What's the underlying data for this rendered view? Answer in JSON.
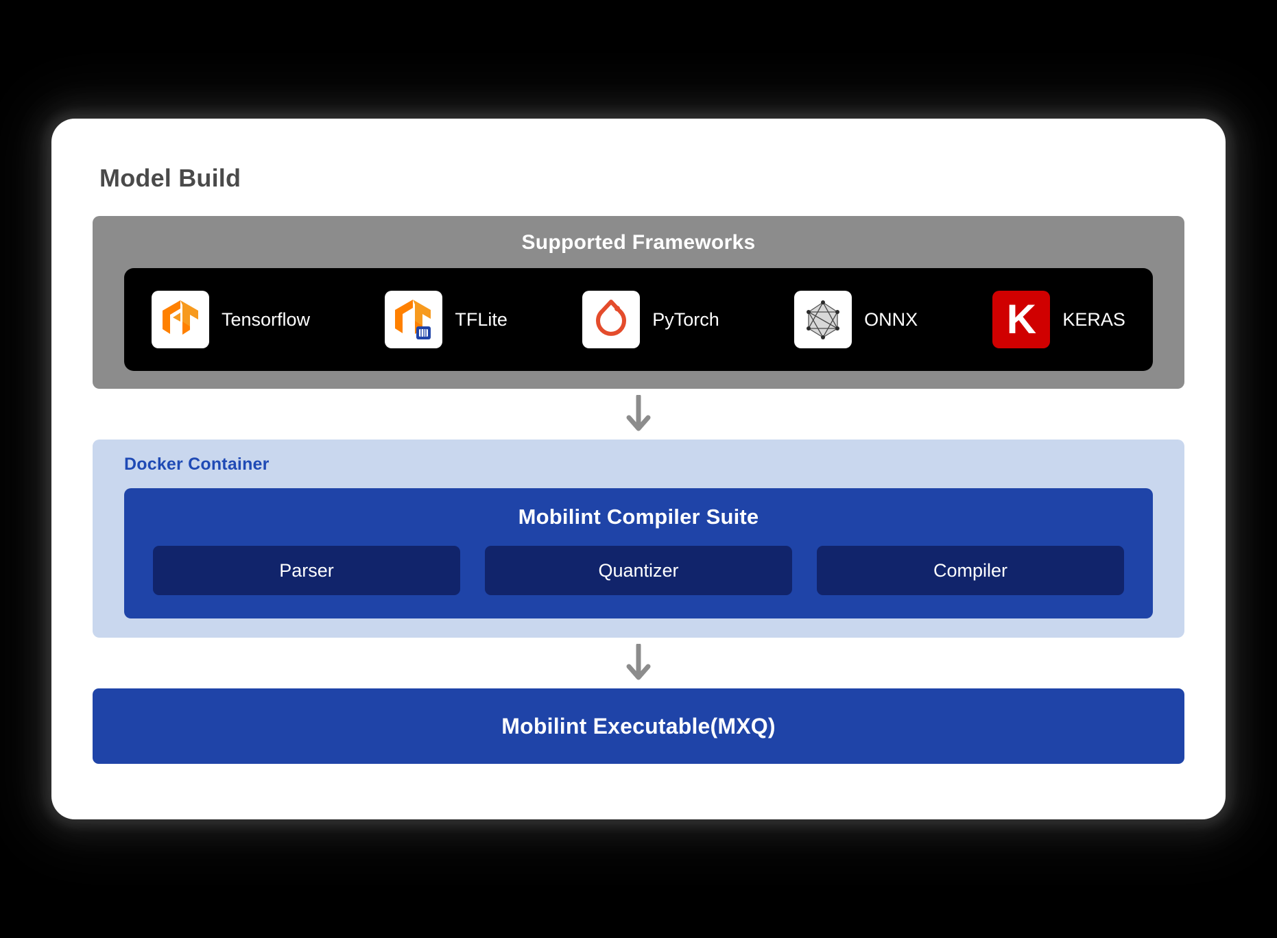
{
  "diagram": {
    "title": "Model Build",
    "background_color": "#000000",
    "card_color": "#ffffff"
  },
  "frameworks_panel": {
    "title": "Supported Frameworks",
    "panel_color": "#8c8c8c",
    "bar_color": "#000000",
    "items": [
      {
        "label": "Tensorflow",
        "icon": "tensorflow-icon",
        "logo_bg": "#ffffff",
        "accent": "#ff8000"
      },
      {
        "label": "TFLite",
        "icon": "tflite-icon",
        "logo_bg": "#ffffff",
        "accent": "#ff8000"
      },
      {
        "label": "PyTorch",
        "icon": "pytorch-icon",
        "logo_bg": "#ffffff",
        "accent": "#e44c2c"
      },
      {
        "label": "ONNX",
        "icon": "onnx-icon",
        "logo_bg": "#ffffff",
        "accent": "#7a7a7a"
      },
      {
        "label": "KERAS",
        "icon": "keras-icon",
        "logo_bg": "#d00000",
        "accent": "#ffffff",
        "glyph": "K"
      }
    ]
  },
  "arrows": {
    "top": "arrow-down-icon",
    "bottom": "arrow-down-icon",
    "color": "#8c8c8c"
  },
  "docker_panel": {
    "title": "Docker Container",
    "panel_color": "#c9d7ee",
    "title_color": "#1f4ab5",
    "compiler_suite": {
      "title": "Mobilint Compiler Suite",
      "box_color": "#1f44a8",
      "stages": [
        {
          "label": "Parser"
        },
        {
          "label": "Quantizer"
        },
        {
          "label": "Compiler"
        }
      ],
      "stage_color": "#11246b"
    }
  },
  "output": {
    "label": "Mobilint Executable(MXQ)",
    "color": "#1f44a8"
  }
}
